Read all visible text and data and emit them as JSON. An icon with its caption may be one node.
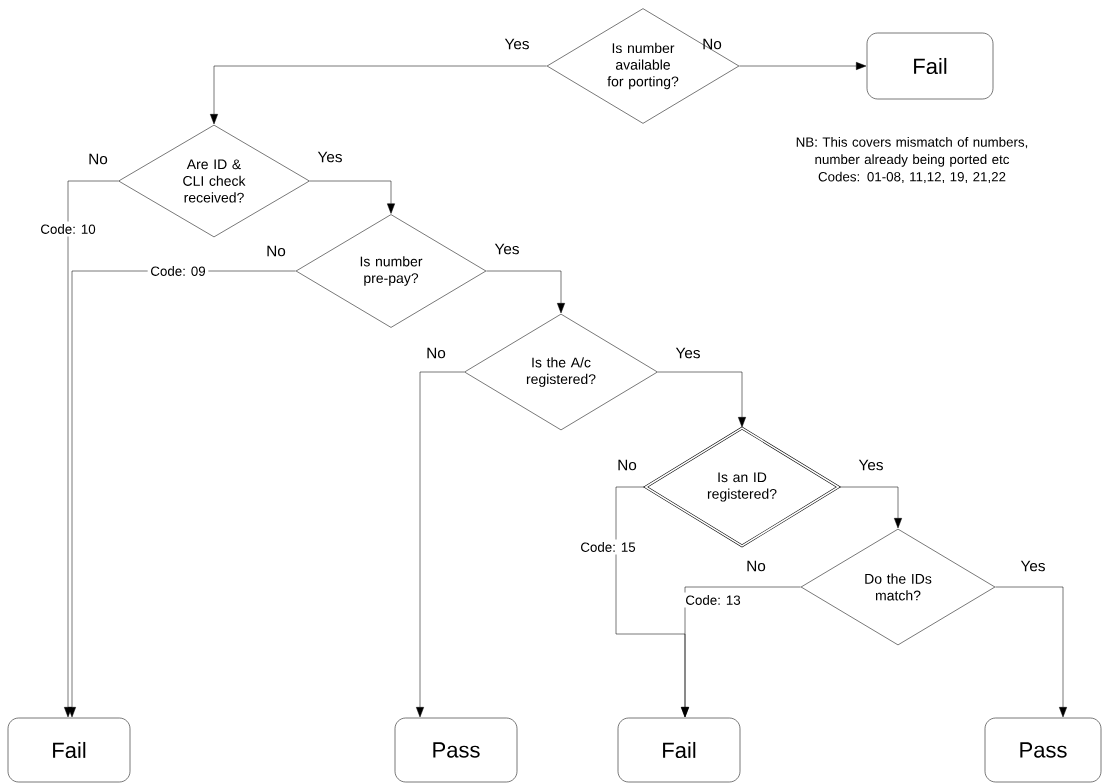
{
  "diagram": {
    "nodes": [
      {
        "text": [
          "Is number available for porting?"
        ]
      },
      {
        "text": [
          "Fail"
        ]
      },
      {
        "text": [
          "Are ID & CLI check received?"
        ]
      },
      {
        "text": [
          "Is number pre-pay?"
        ]
      },
      {
        "text": [
          "Is the A/c registered?"
        ]
      },
      {
        "text": [
          "Is an ID registered?"
        ]
      },
      {
        "text": [
          "Do the IDs match?"
        ]
      },
      {
        "text": [
          "Fail"
        ]
      },
      {
        "text": [
          "Pass"
        ]
      },
      {
        "text": [
          "Fail"
        ]
      },
      {
        "text": [
          "Pass"
        ]
      }
    ],
    "edges": [
      {
        "from": 0,
        "to": 1,
        "arrow": "to"
      },
      {
        "from": 0,
        "to": 2,
        "arrow": "to"
      },
      {
        "from": 2,
        "to": 7,
        "arrow": "to",
        "label": "Code: 10"
      },
      {
        "from": 2,
        "to": 3,
        "arrow": "to"
      },
      {
        "from": 3,
        "to": 7,
        "arrow": "to",
        "label": "Code: 09"
      },
      {
        "from": 3,
        "to": 4,
        "arrow": "to"
      },
      {
        "from": 4,
        "to": 8,
        "arrow": "to"
      },
      {
        "from": 4,
        "to": 5,
        "arrow": "to"
      },
      {
        "from": 5,
        "to": 9,
        "arrow": "to",
        "label": "Code: 15"
      },
      {
        "from": 5,
        "to": 6,
        "arrow": "to"
      },
      {
        "from": 6,
        "to": 9,
        "arrow": "to",
        "label": "Code: 13"
      },
      {
        "from": 6,
        "to": 10,
        "arrow": "to"
      }
    ],
    "labels": [
      "Yes",
      "No",
      "NB: This covers mismatch of numbers, number already being ported etc Codes: 01-08, 11,12, 19, 21,22",
      "No",
      "Yes",
      "No",
      "Yes",
      "No",
      "Yes",
      "No",
      "Yes",
      "No",
      "Yes"
    ]
  }
}
